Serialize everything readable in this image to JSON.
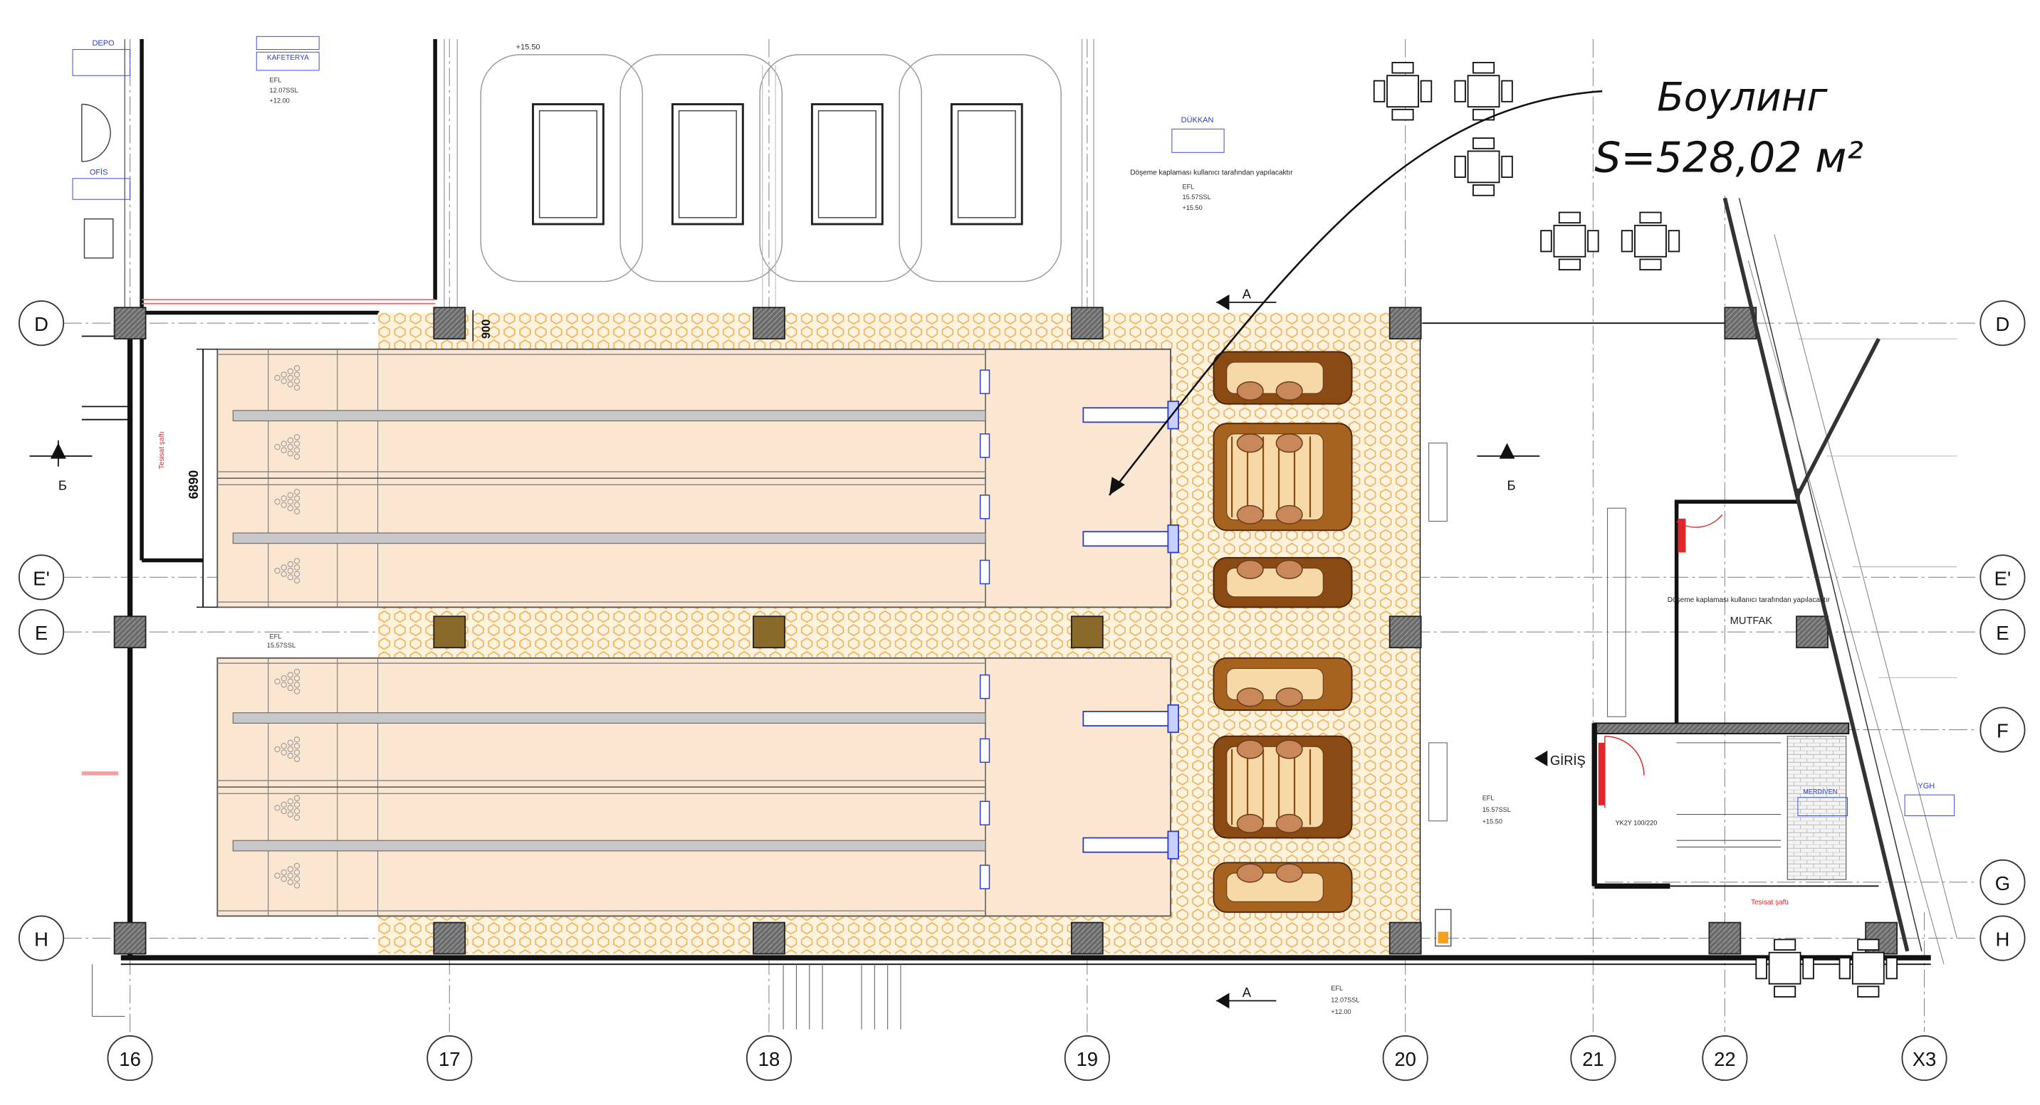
{
  "callout": {
    "title": "Боулинг",
    "area": "S=528,02 м²"
  },
  "grid_rows_left": [
    "D",
    "E'",
    "E",
    "H"
  ],
  "grid_rows_right": [
    "D",
    "E'",
    "E",
    "F",
    "G",
    "H"
  ],
  "grid_columns": [
    "16",
    "17",
    "18",
    "19",
    "20",
    "21",
    "22",
    "X3"
  ],
  "dimensions": {
    "lane_width": "6890",
    "top_gap": "900"
  },
  "section_marks": {
    "a": "A",
    "b": "Б"
  },
  "rooms": {
    "kitchen": "MUTFAK",
    "entrance": "GİRİŞ",
    "store": "DÜKKAN",
    "depot": "DEPO",
    "office": "OFİS",
    "cafe": "KAFETERYA",
    "ygh": "YGH",
    "stair": "MERDİVEN"
  },
  "notes": {
    "floor_finish": "Döşeme kaplaması kullanıcı tarafından yapılacaktır",
    "installation_shaft": "Tesisat şaftı",
    "door_tag": "YK2Y 100/220"
  },
  "levels": {
    "efl": "EFL",
    "l1": "15.57SSL",
    "l1b": "+15.50",
    "l2": "12.07SSL",
    "l2b": "+12.00",
    "top": "+15.50"
  },
  "colors": {
    "wall": "#111111",
    "grid": "#8a8a8a",
    "lane_floor": "#fbe6d2",
    "lounge_floor": "#f7d9a8",
    "hex_pattern": "#f0b25a",
    "sofa": "#8a4a14",
    "table": "#c8885a",
    "column": "#555555",
    "blue": "#2a3fd0",
    "red": "#e0282a"
  }
}
